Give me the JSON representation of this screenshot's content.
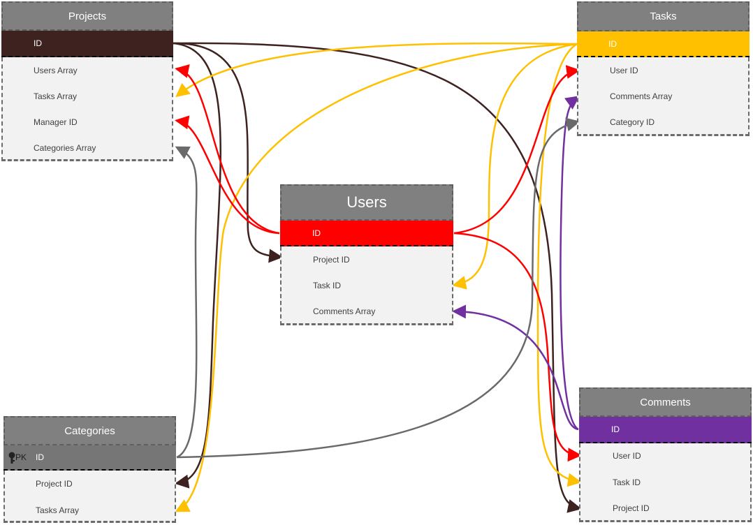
{
  "entities": {
    "projects": {
      "title": "Projects",
      "pk": "ID",
      "fields": [
        "Users Array",
        "Tasks Array",
        "Manager ID",
        "Categories Array"
      ],
      "pk_color": "#3d2220"
    },
    "tasks": {
      "title": "Tasks",
      "pk": "ID",
      "fields": [
        "User ID",
        "Comments Array",
        "Category ID"
      ],
      "pk_color": "#ffc000"
    },
    "users": {
      "title": "Users",
      "pk": "ID",
      "fields": [
        "Project ID",
        "Task ID",
        "Comments Array"
      ],
      "pk_color": "#ff0000"
    },
    "comments": {
      "title": "Comments",
      "pk": "ID",
      "fields": [
        "User ID",
        "Task ID",
        "Project ID"
      ],
      "pk_color": "#7030a0"
    },
    "categories": {
      "title": "Categories",
      "pk": "ID",
      "pk_badge": "PK",
      "fields": [
        "Project ID",
        "Tasks Array"
      ],
      "pk_color": "#767676"
    }
  },
  "colors": {
    "projects_link": "#3d2220",
    "tasks_link": "#ffc000",
    "users_link": "#ff0000",
    "comments_link": "#7030a0",
    "categories_link": "#6a6a6a"
  }
}
